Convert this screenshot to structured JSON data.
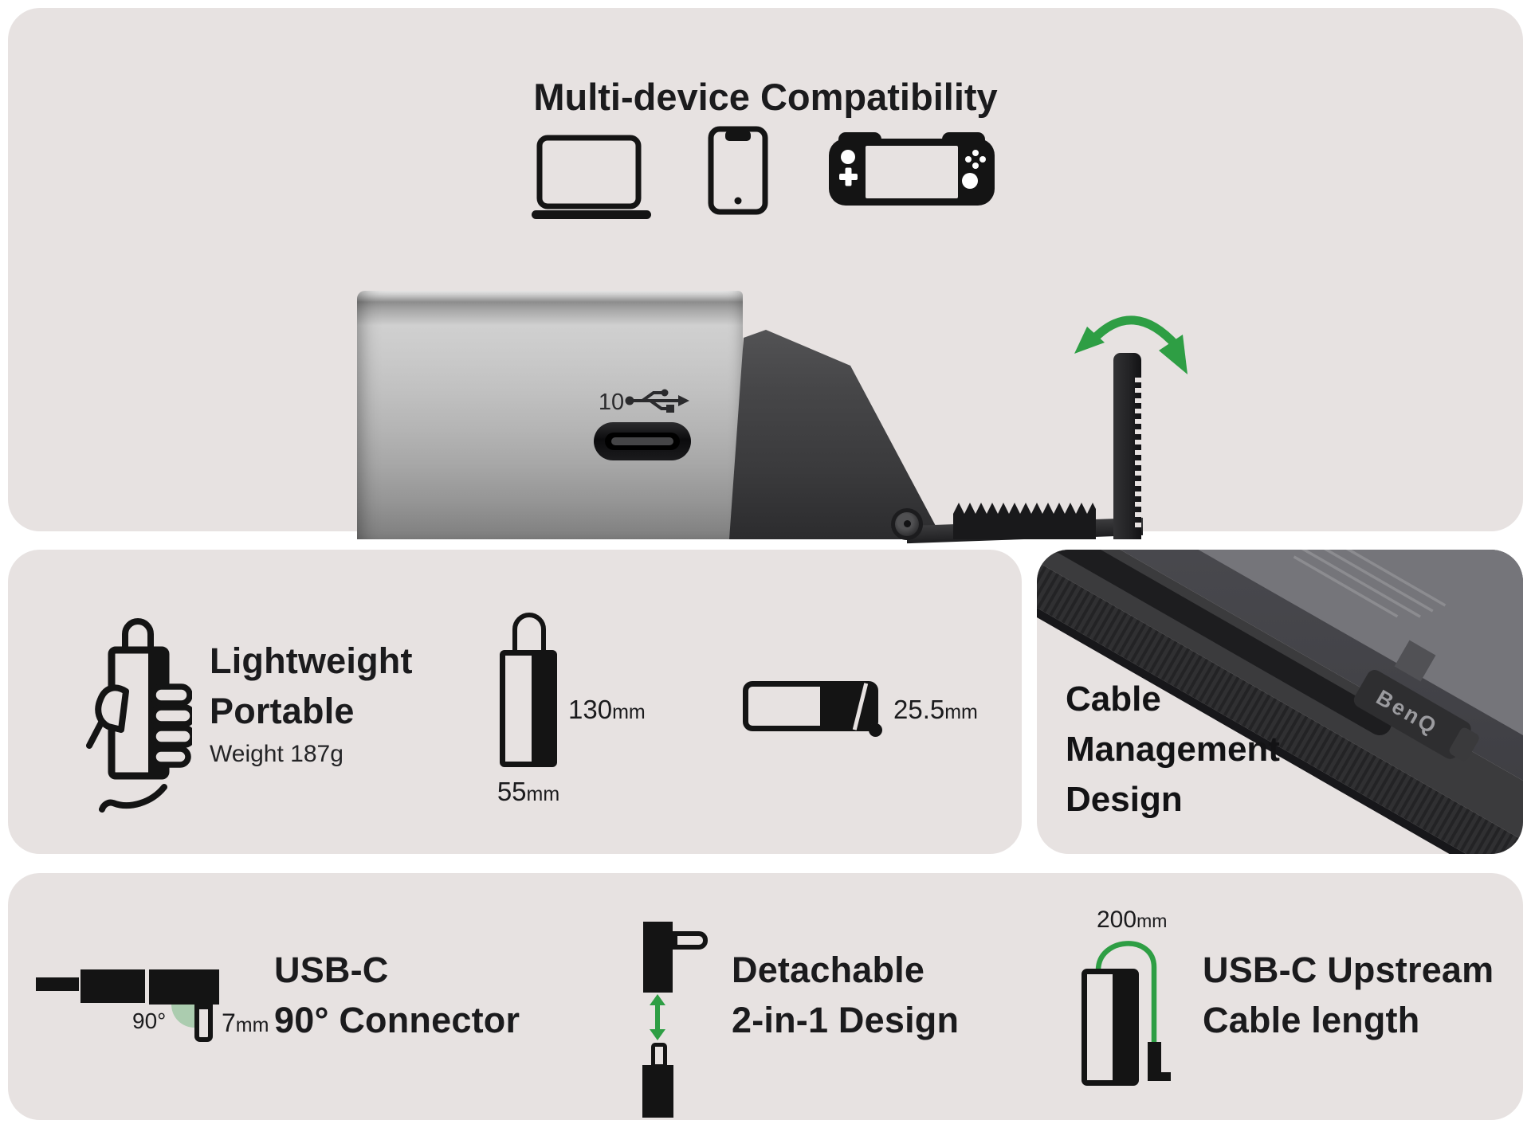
{
  "colors": {
    "panel_bg": "#e7e2e1",
    "ink": "#141414",
    "green": "#2e9e44",
    "pale_green": "#abccaf"
  },
  "panel_top": {
    "title": "Multi-device Compatibility",
    "port_speed_label": "10"
  },
  "panel_lightweight": {
    "title_line1": "Lightweight",
    "title_line2": "Portable",
    "subtitle": "Weight 187g",
    "height": {
      "value": "130",
      "unit": "mm"
    },
    "width": {
      "value": "55",
      "unit": "mm"
    },
    "depth": {
      "value": "25.5",
      "unit": "mm"
    }
  },
  "panel_cable": {
    "lines": [
      "Cable",
      "Management",
      "Design"
    ],
    "logo": "BenQ"
  },
  "panel_features": {
    "connector90": {
      "angle_label": "90°",
      "depth": {
        "value": "7",
        "unit": "mm"
      },
      "title_line1": "USB-C",
      "title_line2": "90° Connector"
    },
    "detachable": {
      "title_line1": "Detachable",
      "title_line2": "2-in-1 Design"
    },
    "upstream": {
      "length": {
        "value": "200",
        "unit": "mm"
      },
      "title_line1": "USB-C Upstream",
      "title_line2": "Cable length"
    }
  }
}
